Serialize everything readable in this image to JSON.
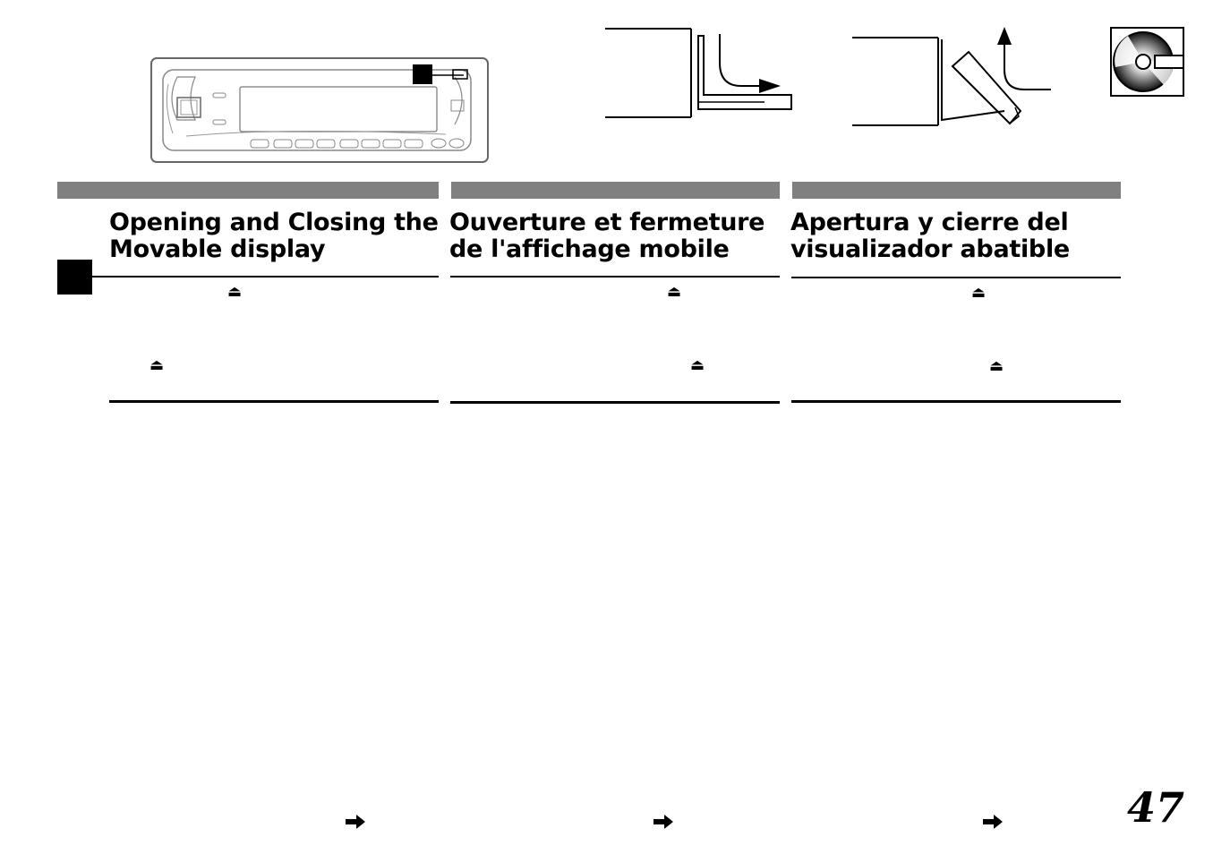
{
  "columns": [
    {
      "title_line1": "Opening and Closing the",
      "title_line2": "Movable display"
    },
    {
      "title_line1": "Ouverture et fermeture",
      "title_line2": "de l'affichage mobile"
    },
    {
      "title_line1": "Apertura y cierre del",
      "title_line2": "visualizador abatible"
    }
  ],
  "icons": {
    "eject": "eject-icon",
    "arrow": "right-arrow-icon",
    "disc": "cd-disc-icon"
  },
  "page_number": "47"
}
